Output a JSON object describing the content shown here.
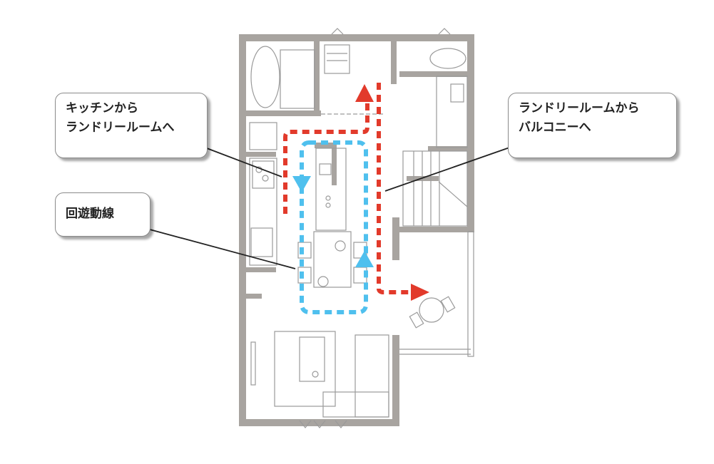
{
  "callouts": {
    "kitchen_to_laundry": {
      "lines": [
        "キッチンから",
        "ランドリールームへ"
      ]
    },
    "circulation": {
      "lines": [
        "回遊動線"
      ]
    },
    "laundry_to_balcony": {
      "lines": [
        "ランドリールームから",
        "バルコニーへ"
      ]
    }
  },
  "colors": {
    "wall": "#a8a4a0",
    "red_route": "#e23a2b",
    "blue_route": "#4fc0ee",
    "line": "#9a9a9a"
  }
}
